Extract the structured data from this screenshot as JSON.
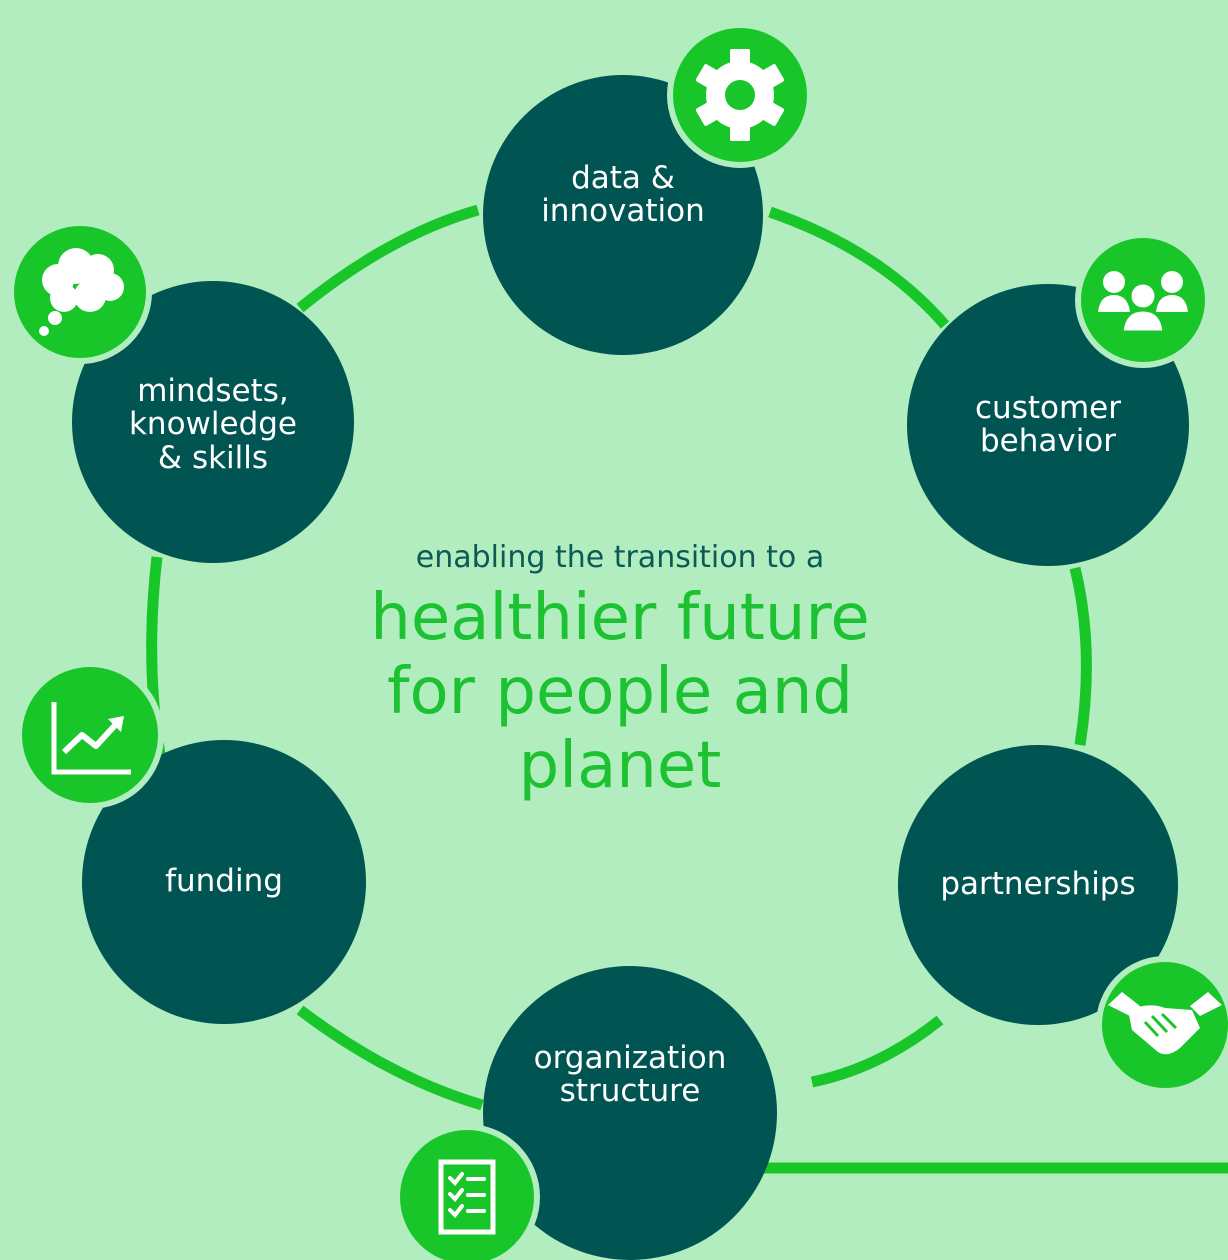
{
  "colors": {
    "background": "#b2edbf",
    "node_fill": "#005552",
    "ring": "#19c62a",
    "icon_badge": "#19c62a",
    "subtitle_text": "#0c5a55",
    "headline_text": "#1cc232"
  },
  "center": {
    "subtitle": "enabling the transition to a",
    "headline": "healthier future\nfor people and\nplanet"
  },
  "nodes": [
    {
      "id": "data-innovation",
      "label": "data &\ninnovation",
      "icon": "gear-icon"
    },
    {
      "id": "customer-behavior",
      "label": "customer\nbehavior",
      "icon": "people-icon"
    },
    {
      "id": "partnerships",
      "label": "partnerships",
      "icon": "handshake-icon"
    },
    {
      "id": "organization-structure",
      "label": "organization\nstructure",
      "icon": "checklist-icon"
    },
    {
      "id": "funding",
      "label": "funding",
      "icon": "chart-growth-icon"
    },
    {
      "id": "mindsets",
      "label": "mindsets,\nknowledge\n& skills",
      "icon": "thought-bubble-icon"
    }
  ]
}
